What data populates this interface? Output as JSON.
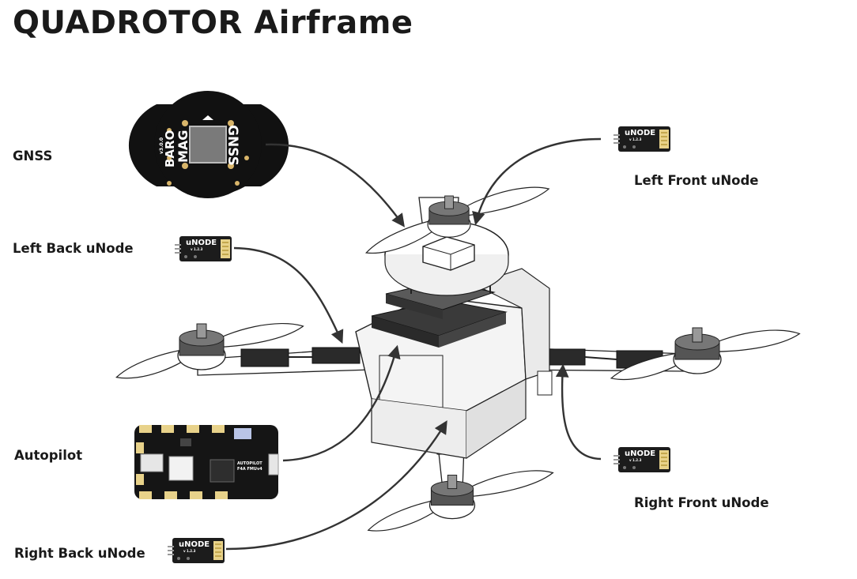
{
  "title": "QUADROTOR Airframe",
  "labels": {
    "gnss": "GNSS",
    "left_back_unode": "Left Back uNode",
    "left_front_unode": "Left Front uNode",
    "autopilot": "Autopilot",
    "right_front_unode": "Right Front uNode",
    "right_back_unode": "Right Back uNode"
  },
  "board_prints": {
    "gnss_module": [
      "GNSS",
      "MAG",
      "BARO",
      "v3.0.0"
    ],
    "unode_module": [
      "uNODE",
      "v 1.2.3"
    ],
    "autopilot_board": [
      "AUTOPILOT",
      "F4A FMUv4"
    ]
  }
}
